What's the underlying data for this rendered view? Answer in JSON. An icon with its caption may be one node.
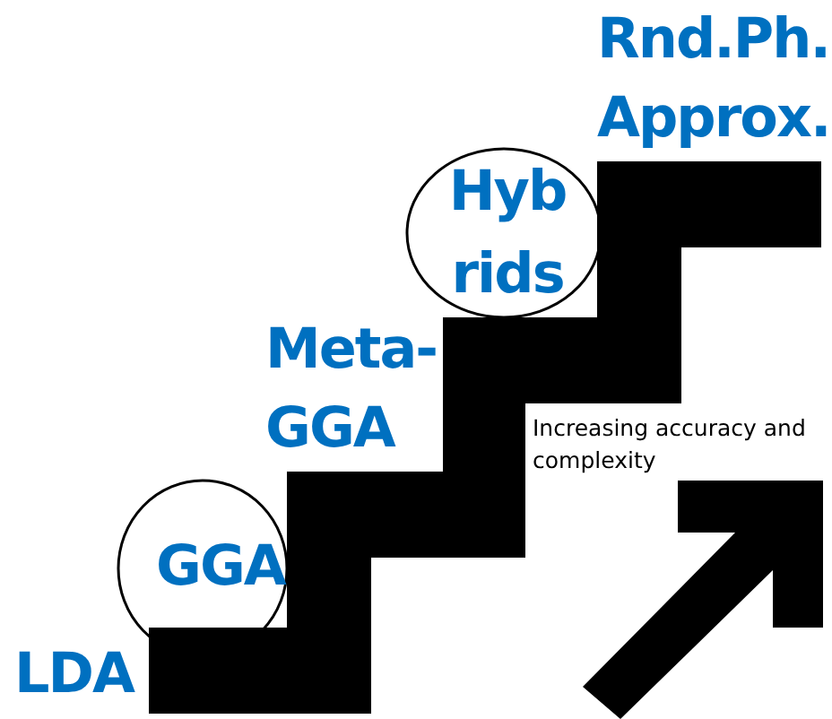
{
  "diagram": {
    "nodes": [
      {
        "text": [
          "GGA"
        ]
      },
      {
        "text": [
          "Hyb rids"
        ]
      }
    ],
    "labels": [
      "Rnd.Ph. Approx.",
      "Meta-GGA",
      "Increasing accuracy and complexity",
      "LDA"
    ]
  }
}
